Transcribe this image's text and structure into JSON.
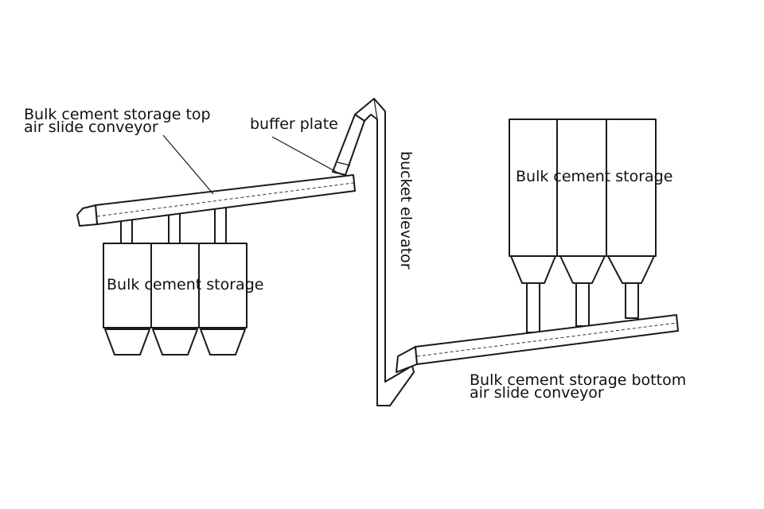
{
  "labels": {
    "top_conveyor_line1": "Bulk cement storage top",
    "top_conveyor_line2": "air slide conveyor",
    "buffer_plate": "buffer plate",
    "bucket_elevator": "bucket elevator",
    "left_storage": "Bulk cement storage",
    "right_storage": "Bulk cement storage",
    "bottom_conveyor_line1": "Bulk cement storage bottom",
    "bottom_conveyor_line2": "air slide conveyor"
  },
  "colors": {
    "line": "#1a1a1a",
    "background": "#ffffff"
  }
}
